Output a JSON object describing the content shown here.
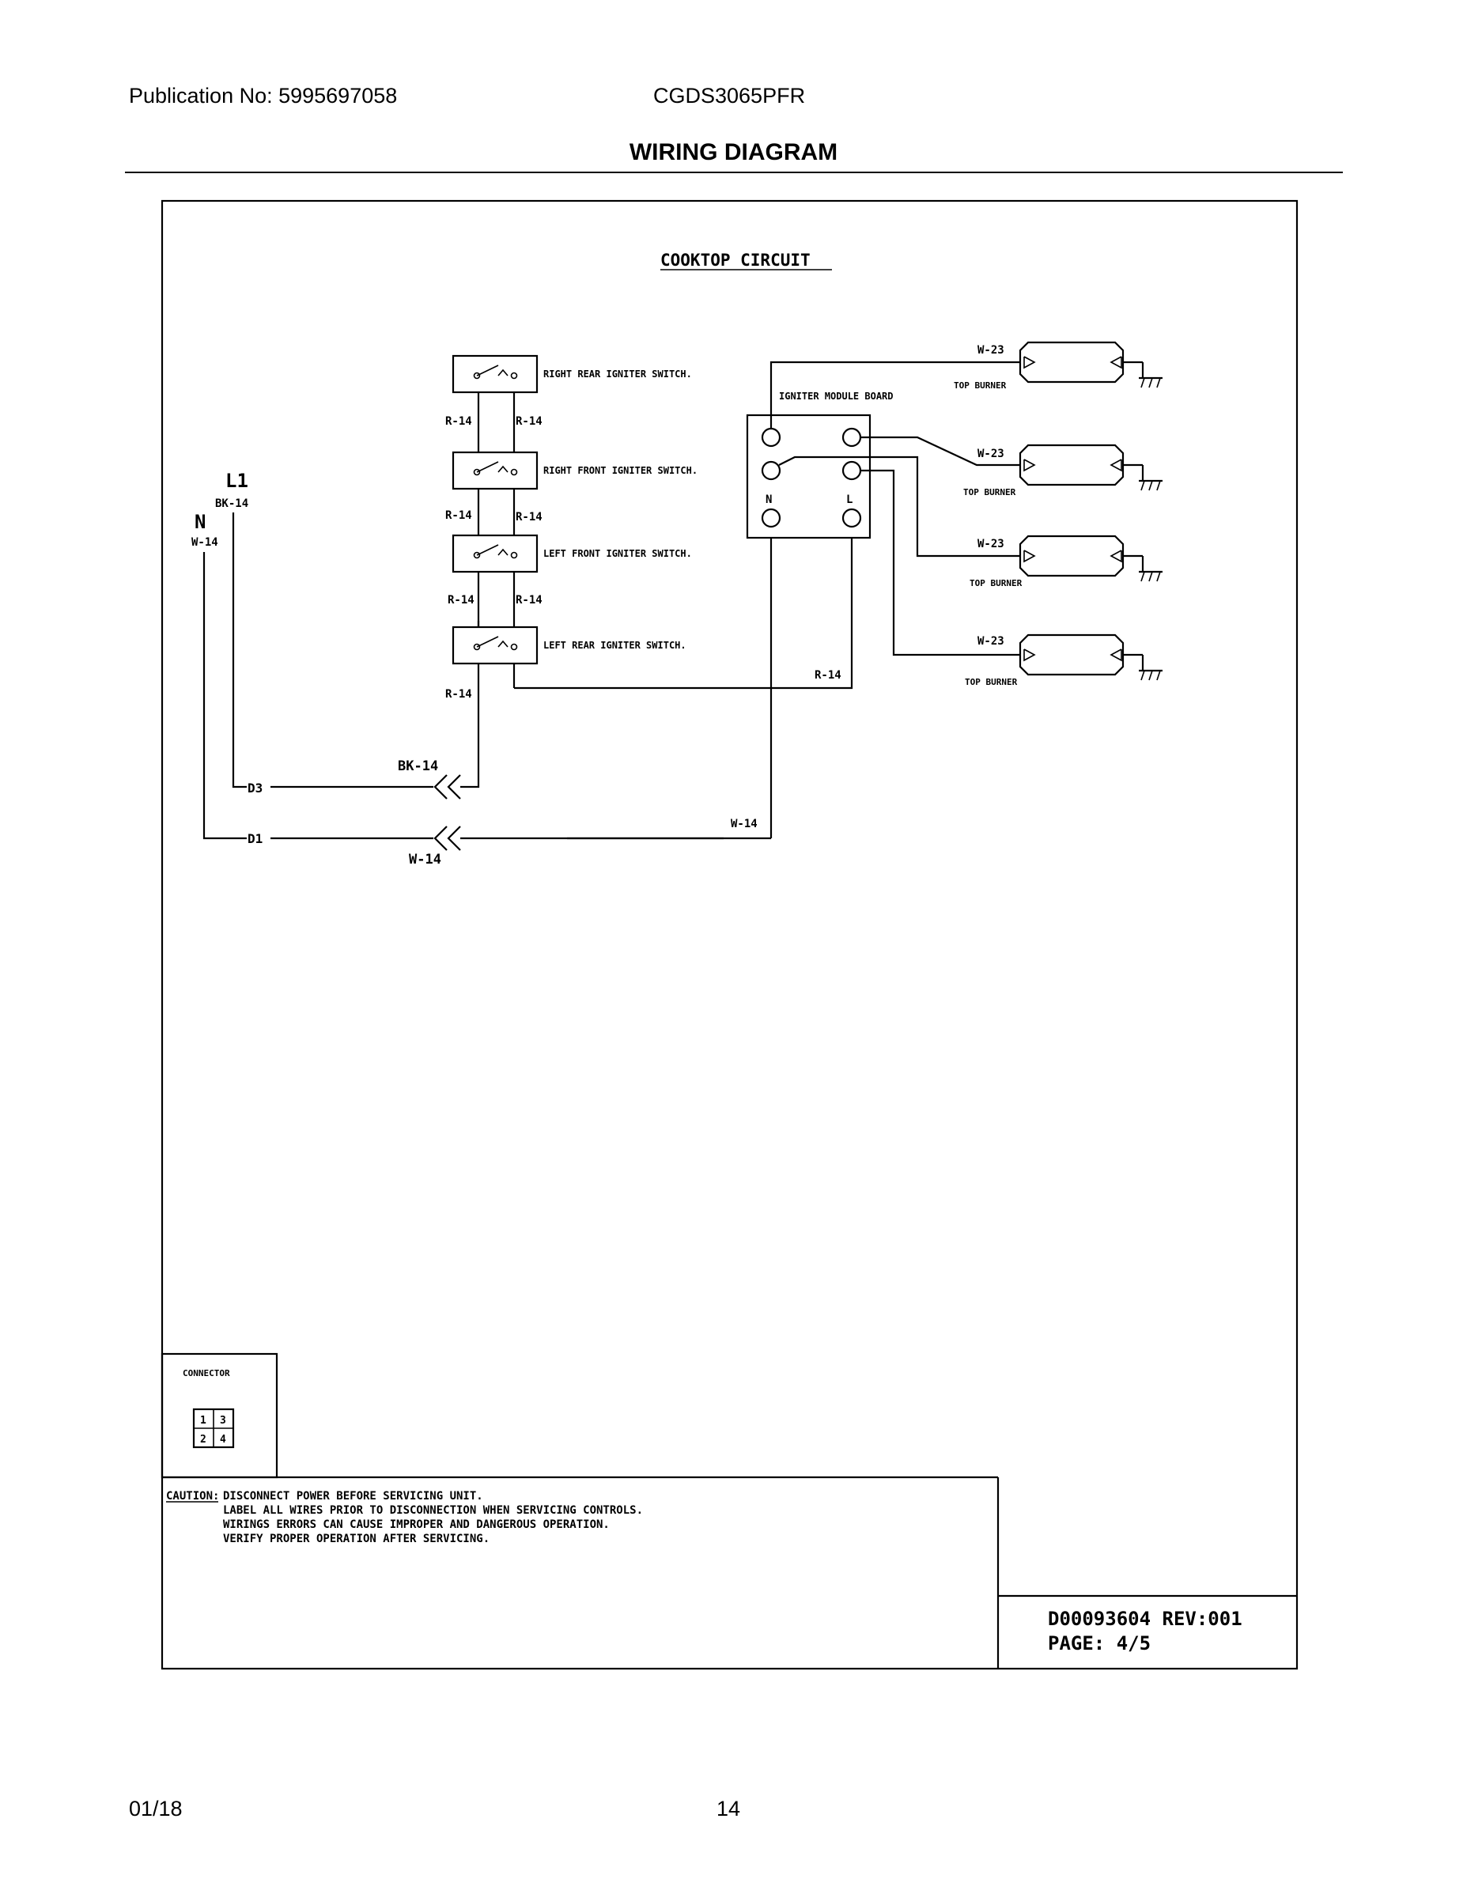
{
  "header": {
    "publication": "Publication No: 5995697058",
    "model": "CGDS3065PFR",
    "title": "WIRING DIAGRAM"
  },
  "footer": {
    "date": "01/18",
    "page": "14"
  },
  "diagram": {
    "circuit_title": "COOKTOP CIRCUIT",
    "switches": {
      "right_rear": "RIGHT REAR IGNITER SWITCH.",
      "right_front": "RIGHT FRONT IGNITER SWITCH.",
      "left_front": "LEFT FRONT IGNITER SWITCH.",
      "left_rear": "LEFT REAR IGNITER SWITCH."
    },
    "module": {
      "label": "IGNITER MODULE BOARD",
      "n": "N",
      "l": "L"
    },
    "burners": {
      "label": "TOP BURNER",
      "wire": "W-23"
    },
    "line_labels": {
      "l1": "L1",
      "n": "N",
      "bk14": "BK-14",
      "w14": "W-14",
      "r14": "R-14",
      "d3": "D3",
      "d1": "D1"
    },
    "connector": {
      "label": "CONNECTOR",
      "pins": [
        "1",
        "3",
        "2",
        "4"
      ]
    },
    "caution": {
      "heading": "CAUTION:",
      "line1": "DISCONNECT POWER BEFORE SERVICING UNIT.",
      "line2": "LABEL ALL WIRES PRIOR TO DISCONNECTION WHEN SERVICING CONTROLS.",
      "line3": "WIRINGS ERRORS CAN CAUSE IMPROPER AND DANGEROUS OPERATION.",
      "line4": "VERIFY PROPER OPERATION AFTER SERVICING."
    },
    "doc_number": "D00093604 REV:001",
    "doc_page": "PAGE: 4/5"
  }
}
